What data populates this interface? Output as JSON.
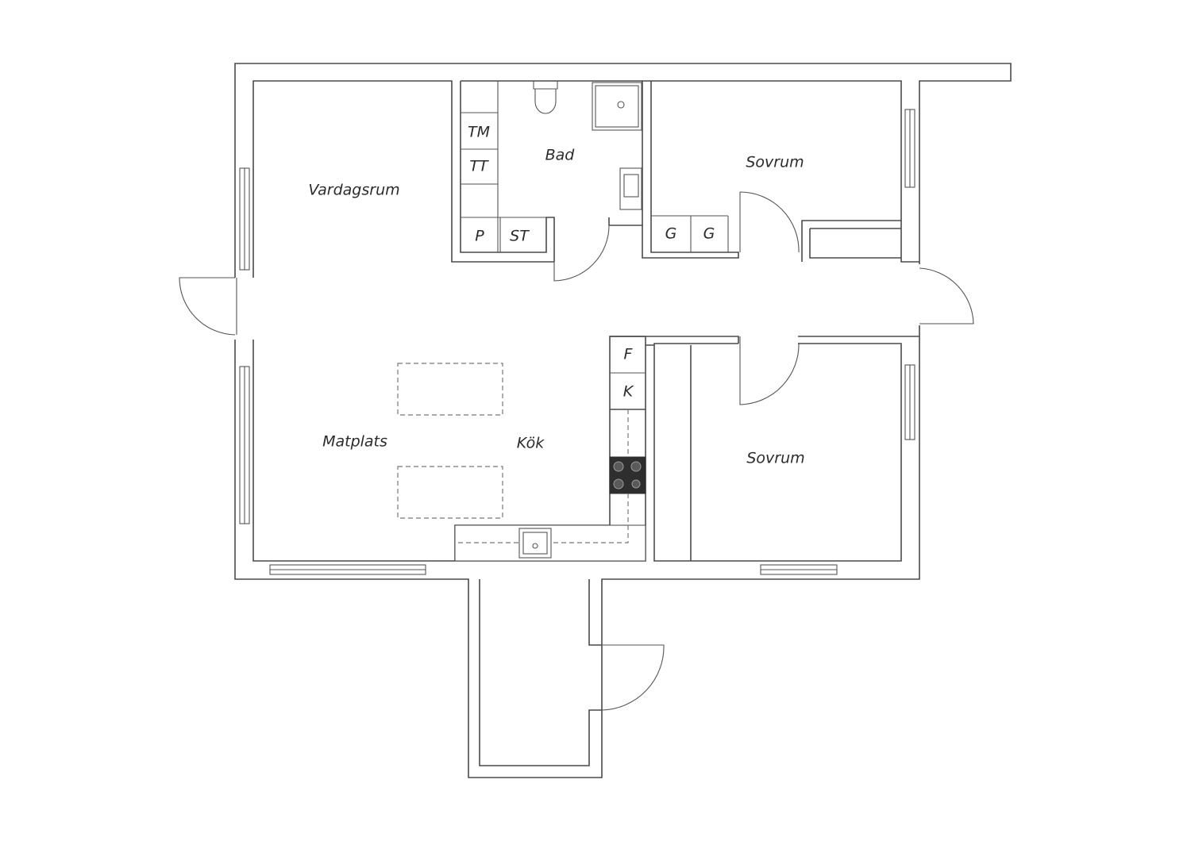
{
  "rooms": {
    "vardagsrum": "Vardagsrum",
    "bad": "Bad",
    "sovrum_top": "Sovrum",
    "sovrum_bottom": "Sovrum",
    "matplats": "Matplats",
    "kok": "Kök"
  },
  "fixtures": {
    "tm": "TM",
    "tt": "TT",
    "p": "P",
    "st": "ST",
    "g1": "G",
    "g2": "G",
    "f": "F",
    "k": "K"
  },
  "colors": {
    "wall": "#4a4a4a",
    "background": "#ffffff",
    "stove": "#2e2e2e"
  }
}
